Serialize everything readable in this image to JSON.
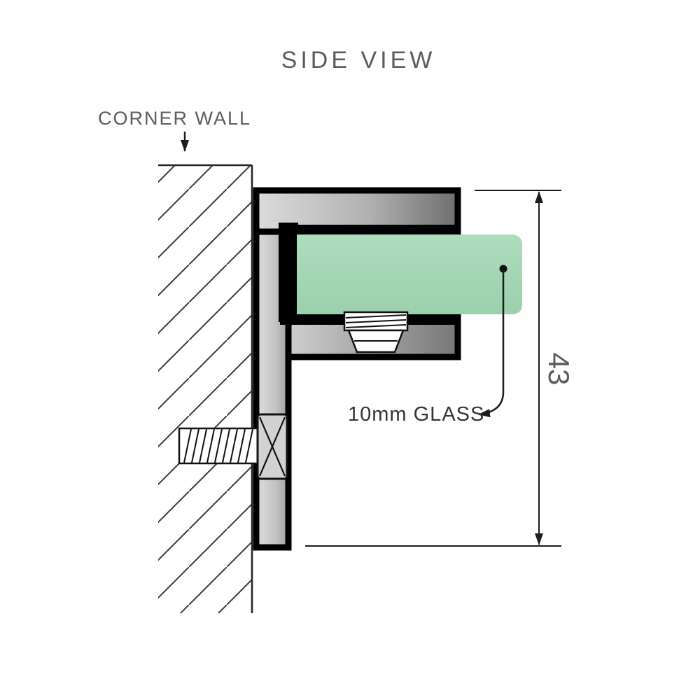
{
  "diagram": {
    "title": "SIDE VIEW",
    "labels": {
      "corner_wall": "CORNER WALL",
      "glass": "10mm GLASS",
      "dimension_height": "43"
    },
    "colors": {
      "glass_green": "#a4d7b6",
      "metal_light": "#d9d9d9",
      "metal_dark": "#6e6e6e",
      "outline_black": "#000000",
      "text_gray": "#585e5d"
    }
  }
}
